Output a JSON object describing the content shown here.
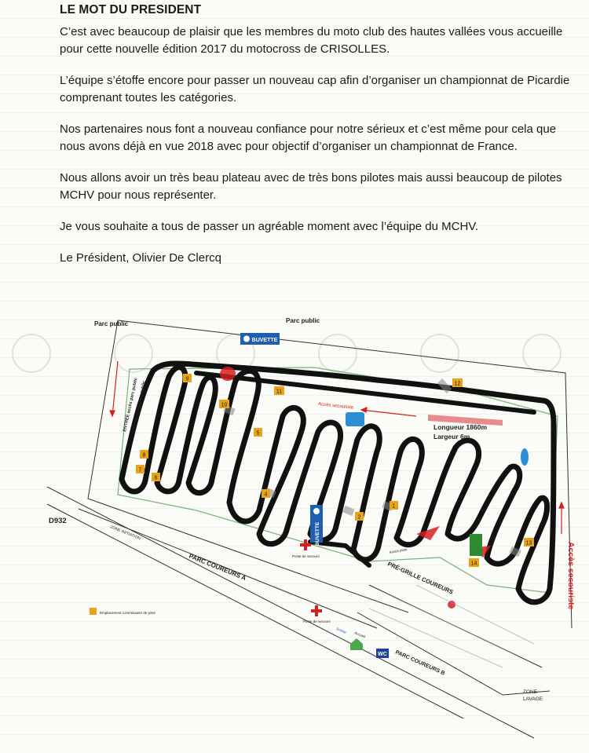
{
  "letter": {
    "title": "LE MOT DU PRESIDENT",
    "paragraphs": [
      "C’est avec beaucoup de plaisir que les membres du moto club des hautes vallées vous accueille pour cette nouvelle édition 2017 du motocross de CRISOLLES.",
      "L’équipe s’étoffe encore pour passer un nouveau cap afin d’organiser un championnat de Picardie comprenant toutes les catégories.",
      "Nos partenaires nous font a nouveau confiance pour notre sérieux et c’est même pour cela que nous avons déjà en vue 2018 avec pour objectif d’organiser un championnat de France.",
      "Nous allons avoir un très beau plateau avec de très bons pilotes mais aussi beaucoup de pilotes MCHV pour nous représenter.",
      "Je vous souhaite a tous de passer un agréable moment avec l’équipe du MCHV."
    ],
    "signature": "Le Président, Olivier De Clercq"
  },
  "map": {
    "labels": {
      "parc_public_left": "Parc public",
      "parc_public_top": "Parc public",
      "buvette_top": "BUVETTE",
      "buvette_center": "BUVETTE",
      "entree": "ENTRÉE accès parc public",
      "sortie": "SORTIE accès parc public",
      "acces_secouriste_track": "Accès secouriste",
      "longueur": "Longueur 1860m",
      "largeur": "Largeur 6m",
      "d932": "D932",
      "zone_initiation": "ZONE INITIATION",
      "parc_coureurs_a": "PARC COUREURS A",
      "poste_secours_1": "Poste de secours",
      "poste_secours_2": "Poste de secours",
      "acces_piste": "Accès piste",
      "pre_grille": "PRÉ-GRILLE COUREURS",
      "acces_secouriste_side": "Accès secouriste",
      "legend_commissaire": "Emplacement commissaire de piste",
      "entree_small": "Entrée",
      "accueil": "Accueil",
      "wc": "WC",
      "parc_coureurs_b": "PARC COUREURS B",
      "zone_lavage_1": "ZONE",
      "zone_lavage_2": "LAVAGE"
    },
    "marshal_posts": [
      "1",
      "2",
      "4",
      "5",
      "6",
      "7",
      "8",
      "9",
      "10",
      "11",
      "12",
      "13",
      "14"
    ],
    "colors": {
      "track": "#111111",
      "marshal": "#e8a317",
      "buvette": "#1f5fb0",
      "red": "#d42020",
      "water": "#2c8fd6",
      "green": "#2e8a2e"
    }
  }
}
